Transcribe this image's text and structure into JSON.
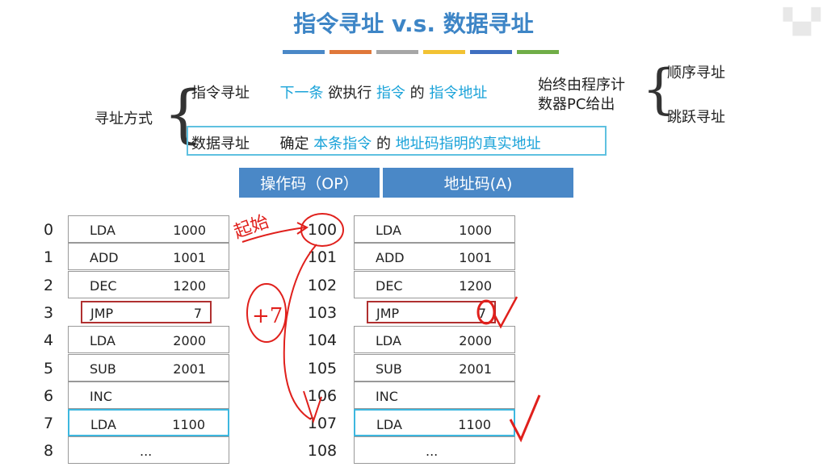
{
  "title": "指令寻址 v.s. 数据寻址",
  "stripes": [
    "#4a88c7",
    "#e0783a",
    "#a6a6a6",
    "#f2c233",
    "#3f6fc0",
    "#70ad47"
  ],
  "addressing": {
    "label": "寻址方式",
    "instr": {
      "name": "指令寻址",
      "p1": "下一条",
      "p2": "欲执行",
      "p3": "指令",
      "p4": "的",
      "p5": "指令地址"
    },
    "pc_note_1": "始终由程序计",
    "pc_note_2": "数器PC给出",
    "seq": "顺序寻址",
    "jump": "跳跃寻址",
    "data": {
      "name": "数据寻址",
      "p1": "确定",
      "p2": "本条指令",
      "p3": "的",
      "p4": "地址码指明的真实地址"
    }
  },
  "header": {
    "op": "操作码（OP）",
    "addr": "地址码(A)"
  },
  "left_table": {
    "row_numbers": [
      "0",
      "1",
      "2",
      "3",
      "4",
      "5",
      "6",
      "7",
      "8"
    ],
    "rows": [
      {
        "op": "LDA",
        "addr": "1000"
      },
      {
        "op": "ADD",
        "addr": "1001"
      },
      {
        "op": "DEC",
        "addr": "1200"
      },
      {
        "op": "JMP",
        "addr": "7"
      },
      {
        "op": "LDA",
        "addr": "2000"
      },
      {
        "op": "SUB",
        "addr": "2001"
      },
      {
        "op": "INC",
        "addr": ""
      },
      {
        "op": "LDA",
        "addr": "1100"
      },
      {
        "op": "...",
        "addr": ""
      }
    ]
  },
  "right_table": {
    "addresses": [
      "100",
      "101",
      "102",
      "103",
      "104",
      "105",
      "106",
      "107",
      "108"
    ],
    "rows": [
      {
        "op": "LDA",
        "addr": "1000"
      },
      {
        "op": "ADD",
        "addr": "1001"
      },
      {
        "op": "DEC",
        "addr": "1200"
      },
      {
        "op": "JMP",
        "addr": "7"
      },
      {
        "op": "LDA",
        "addr": "2000"
      },
      {
        "op": "SUB",
        "addr": "2001"
      },
      {
        "op": "INC",
        "addr": ""
      },
      {
        "op": "LDA",
        "addr": "1100"
      },
      {
        "op": "...",
        "addr": ""
      }
    ]
  },
  "annotations": {
    "start": "起始",
    "offset": "+7"
  },
  "colors": {
    "ink": "#e0201c",
    "accent": "#1aa3d9",
    "header": "#4a88c7"
  }
}
